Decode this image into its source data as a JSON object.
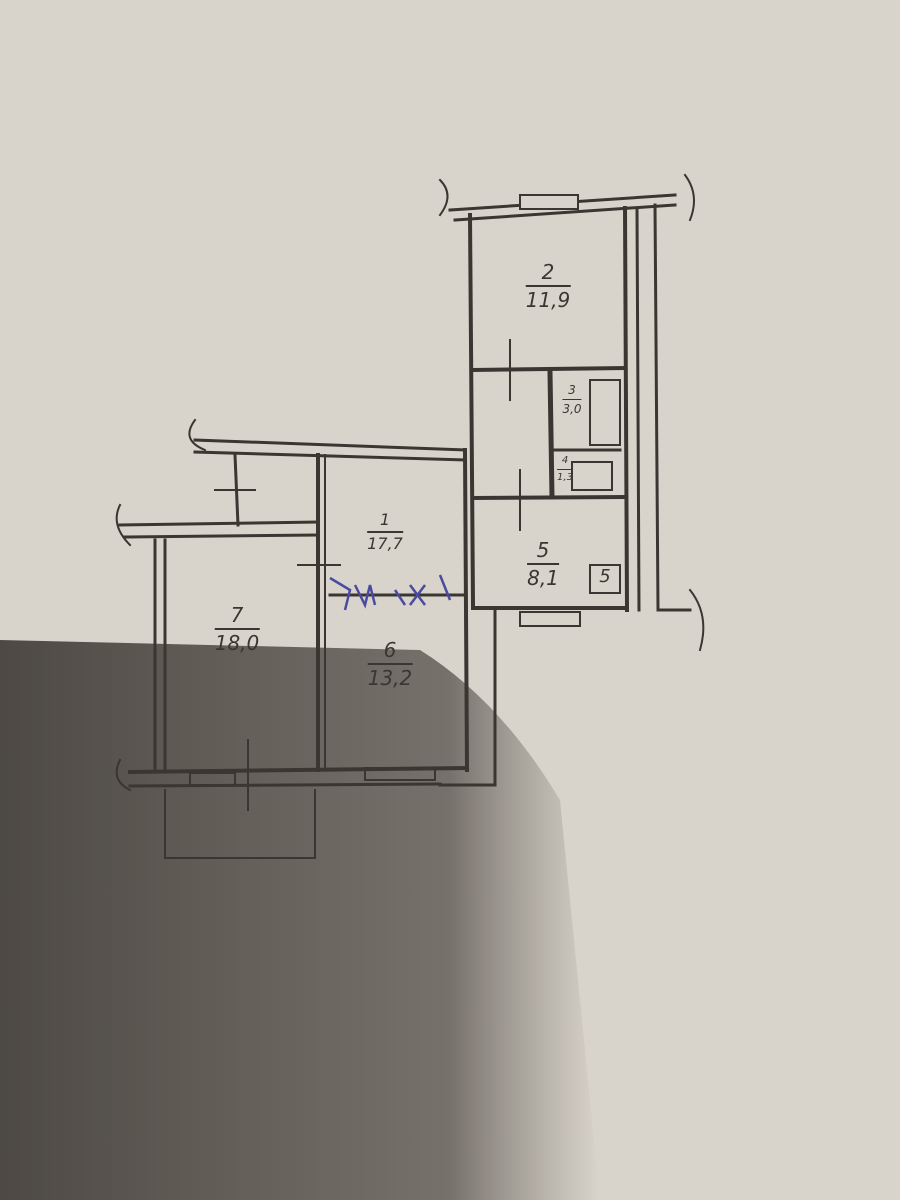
{
  "floor_plan": {
    "rooms": [
      {
        "number": "1",
        "area": "17,7"
      },
      {
        "number": "2",
        "area": "11,9"
      },
      {
        "number": "3",
        "area": "3,0"
      },
      {
        "number": "4",
        "area": "1,3"
      },
      {
        "number": "5",
        "area": "8,1"
      },
      {
        "number": "6",
        "area": "13,2"
      },
      {
        "number": "7",
        "area": "18,0"
      }
    ],
    "stove_mark": "5",
    "colors": {
      "paper": "#d9d4cb",
      "ink": "#3a3632",
      "pen": "#4a4aa0",
      "shadow": "#3d3934"
    }
  }
}
